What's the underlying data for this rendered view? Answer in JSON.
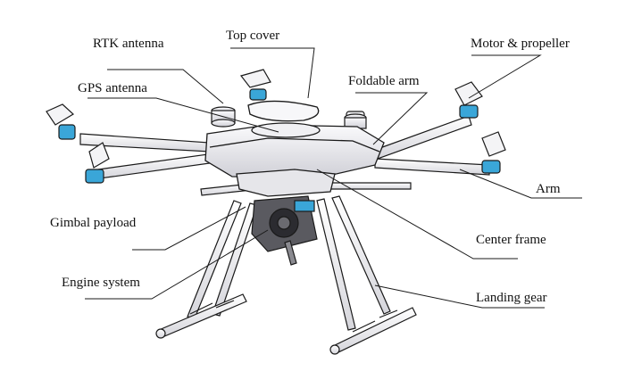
{
  "labels": {
    "rtk_antenna": "RTK antenna",
    "top_cover": "Top cover",
    "motor_propeller": "Motor & propeller",
    "gps_antenna": "GPS antenna",
    "foldable_arm": "Foldable arm",
    "arm": "Arm",
    "gimbal_payload": "Gimbal payload",
    "center_frame": "Center frame",
    "engine_system": "Engine system",
    "landing_gear": "Landing gear"
  },
  "colors": {
    "line": "#1a1a1a",
    "body_fill": "#efeff2",
    "propeller_fill": "#f4f4f6",
    "motor_accent": "#3aa6d8",
    "background": "#ffffff"
  }
}
